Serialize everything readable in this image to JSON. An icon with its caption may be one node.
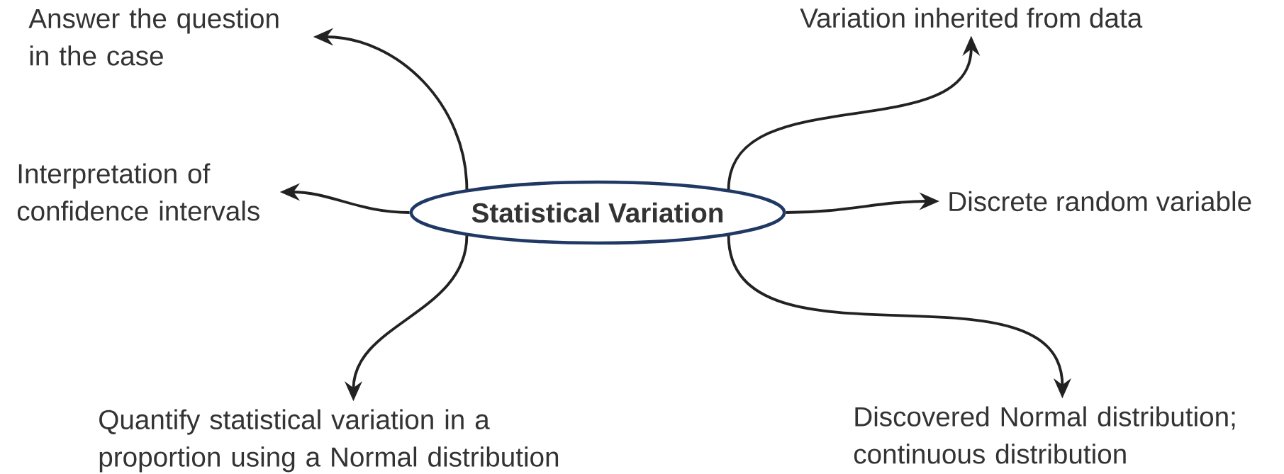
{
  "diagram": {
    "nodes": [
      {
        "text": [
          "Statistical Variation"
        ]
      },
      {
        "text": [
          "Answer the question in the case"
        ]
      },
      {
        "text": [
          "Interpretation of confidence intervals"
        ]
      },
      {
        "text": [
          "Quantify statistical variation in a proportion using a Normal distribution"
        ]
      },
      {
        "text": [
          "Variation inherited from data"
        ]
      },
      {
        "text": [
          "Discrete random variable"
        ]
      },
      {
        "text": [
          "Discovered Normal distribution; continuous distribution"
        ]
      }
    ],
    "edges": [
      {
        "from": 0,
        "to": 1,
        "arrow": "to"
      },
      {
        "from": 0,
        "to": 2,
        "arrow": "to"
      },
      {
        "from": 0,
        "to": 3,
        "arrow": "to"
      },
      {
        "from": 0,
        "to": 4,
        "arrow": "to"
      },
      {
        "from": 0,
        "to": 5,
        "arrow": "to"
      },
      {
        "from": 0,
        "to": 6,
        "arrow": "to"
      }
    ]
  }
}
